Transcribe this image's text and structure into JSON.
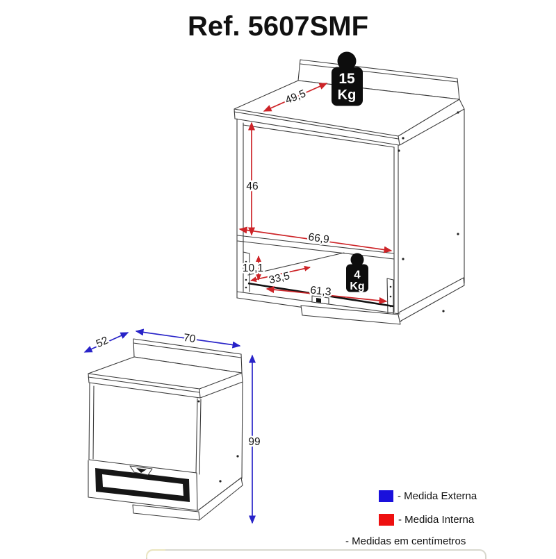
{
  "title": "Ref. 5607SMF",
  "diagram": {
    "internal_dims": {
      "top_depth": "49,5",
      "cavity_height": "46",
      "cavity_width": "66,9",
      "niche_height": "10,1",
      "niche_depth": "33,5",
      "niche_width": "61,3"
    },
    "external_dims": {
      "depth": "52",
      "width": "70",
      "height": "99"
    },
    "weight_top": {
      "value": "15",
      "unit": "Kg"
    },
    "weight_niche": {
      "value": "4",
      "unit": "Kg"
    }
  },
  "legend": {
    "external_label": "- Medida Externa",
    "internal_label": "- Medida Interna",
    "units_label": "- Medidas em centímetros",
    "external_color": "#1a10dc",
    "internal_color": "#ee1010"
  },
  "colors": {
    "internal_arrow": "#cd2428",
    "external_arrow": "#2823c8",
    "line_art": "#3c3c3c",
    "weight_badge": "#0d0d0d"
  }
}
